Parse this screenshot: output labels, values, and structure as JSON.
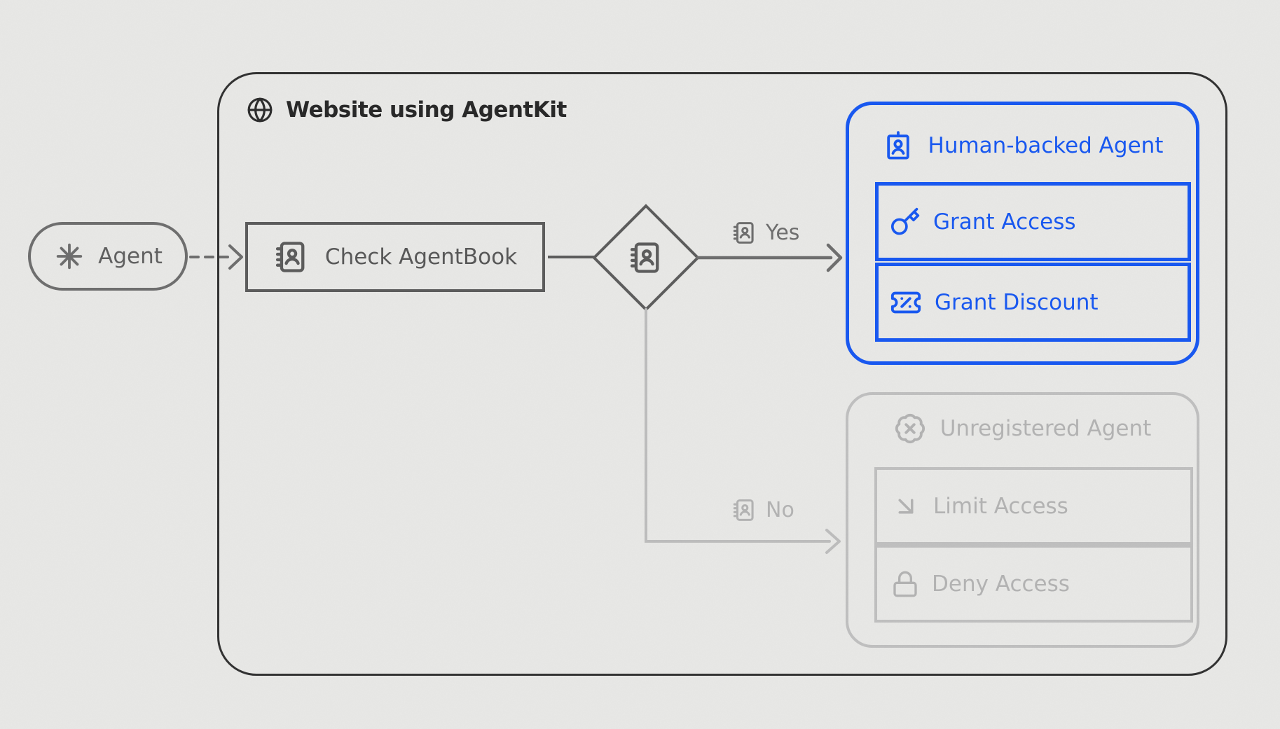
{
  "title": "Website using AgentKit",
  "title_icon": "globe-icon",
  "agent": {
    "label": "Agent",
    "icon": "asterisk-icon"
  },
  "check": {
    "label": "Check AgentBook",
    "icon": "contact-book-icon"
  },
  "decision": {
    "icon": "contact-book-icon"
  },
  "branches": {
    "yes": {
      "label": "Yes",
      "icon": "contact-book-icon"
    },
    "no": {
      "label": "No",
      "icon": "contact-book-icon"
    }
  },
  "human_backed": {
    "title": "Human-backed Agent",
    "title_icon": "id-badge-icon",
    "state": "active",
    "actions": [
      {
        "label": "Grant Access",
        "icon": "key-icon"
      },
      {
        "label": "Grant Discount",
        "icon": "ticket-percent-icon"
      }
    ]
  },
  "unregistered": {
    "title": "Unregistered Agent",
    "title_icon": "badge-x-icon",
    "state": "inactive",
    "actions": [
      {
        "label": "Limit Access",
        "icon": "arrow-down-right-icon"
      },
      {
        "label": "Deny Access",
        "icon": "lock-icon"
      }
    ]
  },
  "colors": {
    "background": "#e9e9e7",
    "frame": "#303030",
    "node_gray": "#5b5b5b",
    "muted_gray": "#6d6d6d",
    "inactive_gray": "#b3b3b3",
    "inactive_border": "#c0c0c0",
    "accent_blue": "#1657f2"
  }
}
